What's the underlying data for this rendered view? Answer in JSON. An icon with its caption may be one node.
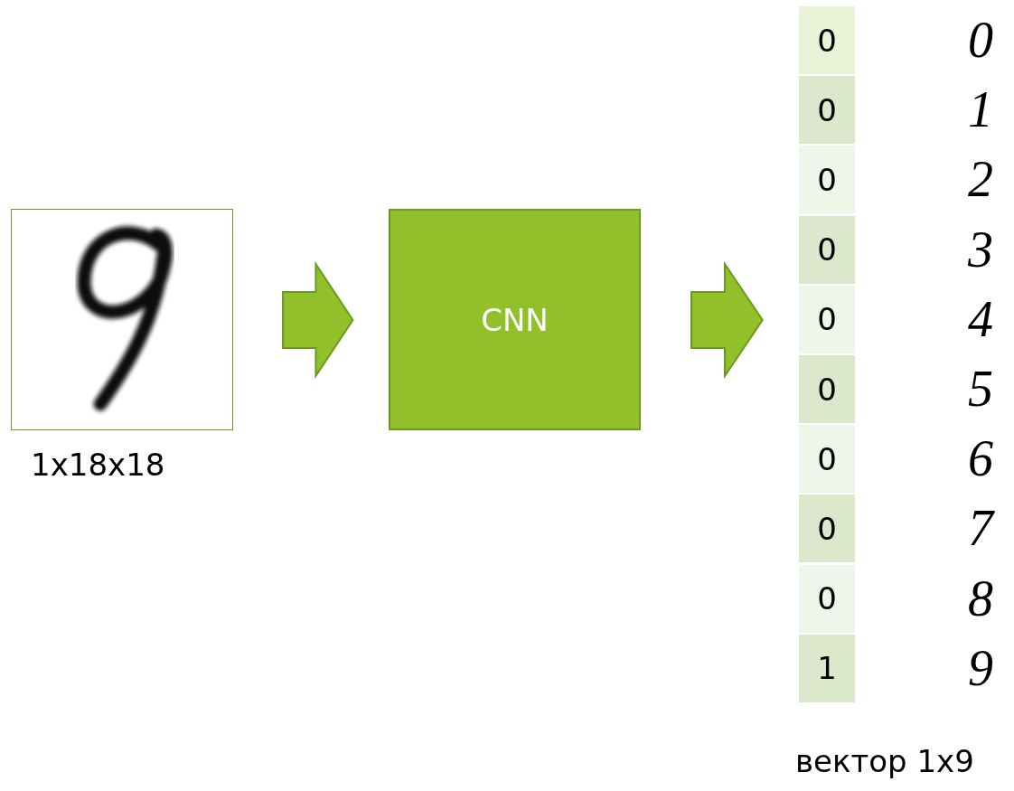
{
  "diagram": {
    "nodes": [
      {
        "text": [],
        "shape": "picture",
        "beside": [
          "1x18x18"
        ]
      },
      {
        "text": [
          "CNN"
        ]
      },
      {
        "text": [],
        "shape": "bar",
        "beside": [
          "вектор 1x9"
        ]
      }
    ],
    "edges": [
      {
        "from": 0,
        "to": 1,
        "arrow": "to"
      },
      {
        "from": 1,
        "to": 2,
        "arrow": "to"
      }
    ],
    "labels": [
      "0",
      "0",
      "0",
      "1",
      "0",
      "2",
      "0",
      "3",
      "0",
      "4",
      "0",
      "5",
      "0",
      "6",
      "0",
      "7",
      "0",
      "8",
      "1",
      "9"
    ]
  }
}
